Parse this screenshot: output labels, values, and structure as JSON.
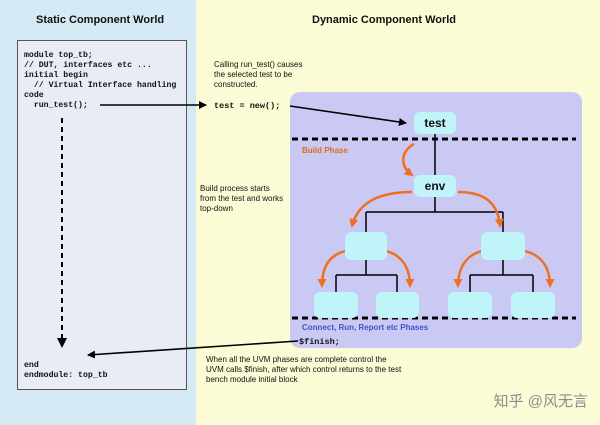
{
  "static_world": {
    "title": "Static Component World",
    "code_lines": [
      "module top_tb;",
      "// DUT, interfaces etc ...",
      "initial begin",
      "  // Virtual Interface handling",
      "code",
      "  run_test();"
    ],
    "end_lines": [
      "end",
      "endmodule: top_tb"
    ]
  },
  "dynamic_world": {
    "title": "Dynamic Component World",
    "note_calling": [
      "Calling run_test() causes",
      "the selected test to be",
      "constructed."
    ],
    "test_new": "test = new();",
    "note_build": [
      "Build process starts",
      "from the test and works",
      "top-down"
    ],
    "build_phase": "Build Phase",
    "connect_phase": "Connect, Run, Report etc Phases",
    "finish": "$finish;",
    "note_finish": [
      "When all the UVM phases are complete control the",
      "UVM calls $finish, after which control returns to the test",
      "bench module initial block"
    ],
    "nodes": {
      "test": "test",
      "env": "env"
    }
  },
  "colors": {
    "static_bg": "#d6eaf6",
    "dynamic_bg": "#fbfbd6",
    "tree_bg": "#c9c9f4",
    "node_fill": "#bff4f8",
    "build_phase": "#e06a1a",
    "connect_phase": "#3d55c8",
    "arrow_orange": "#f07020"
  },
  "watermark": "知乎 @风无言"
}
